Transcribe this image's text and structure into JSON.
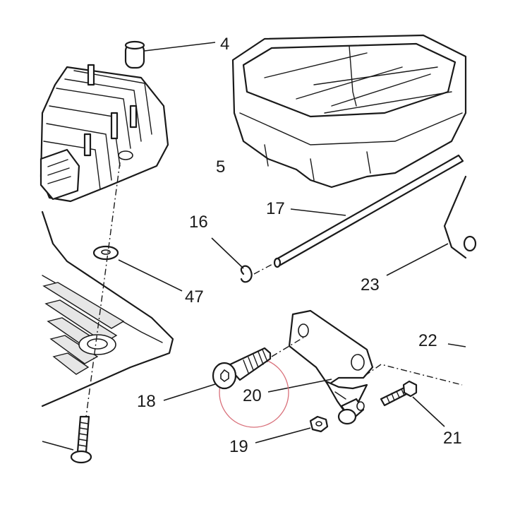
{
  "callouts": {
    "c4": "4",
    "c5": "5",
    "c16": "16",
    "c17": "17",
    "c18": "18",
    "c19": "19",
    "c20": "20",
    "c21": "21",
    "c22": "22",
    "c23": "23",
    "c47": "47"
  },
  "highlight": {
    "color": "#d9707a",
    "target": "20"
  },
  "ink_color": "#1a1a1a"
}
